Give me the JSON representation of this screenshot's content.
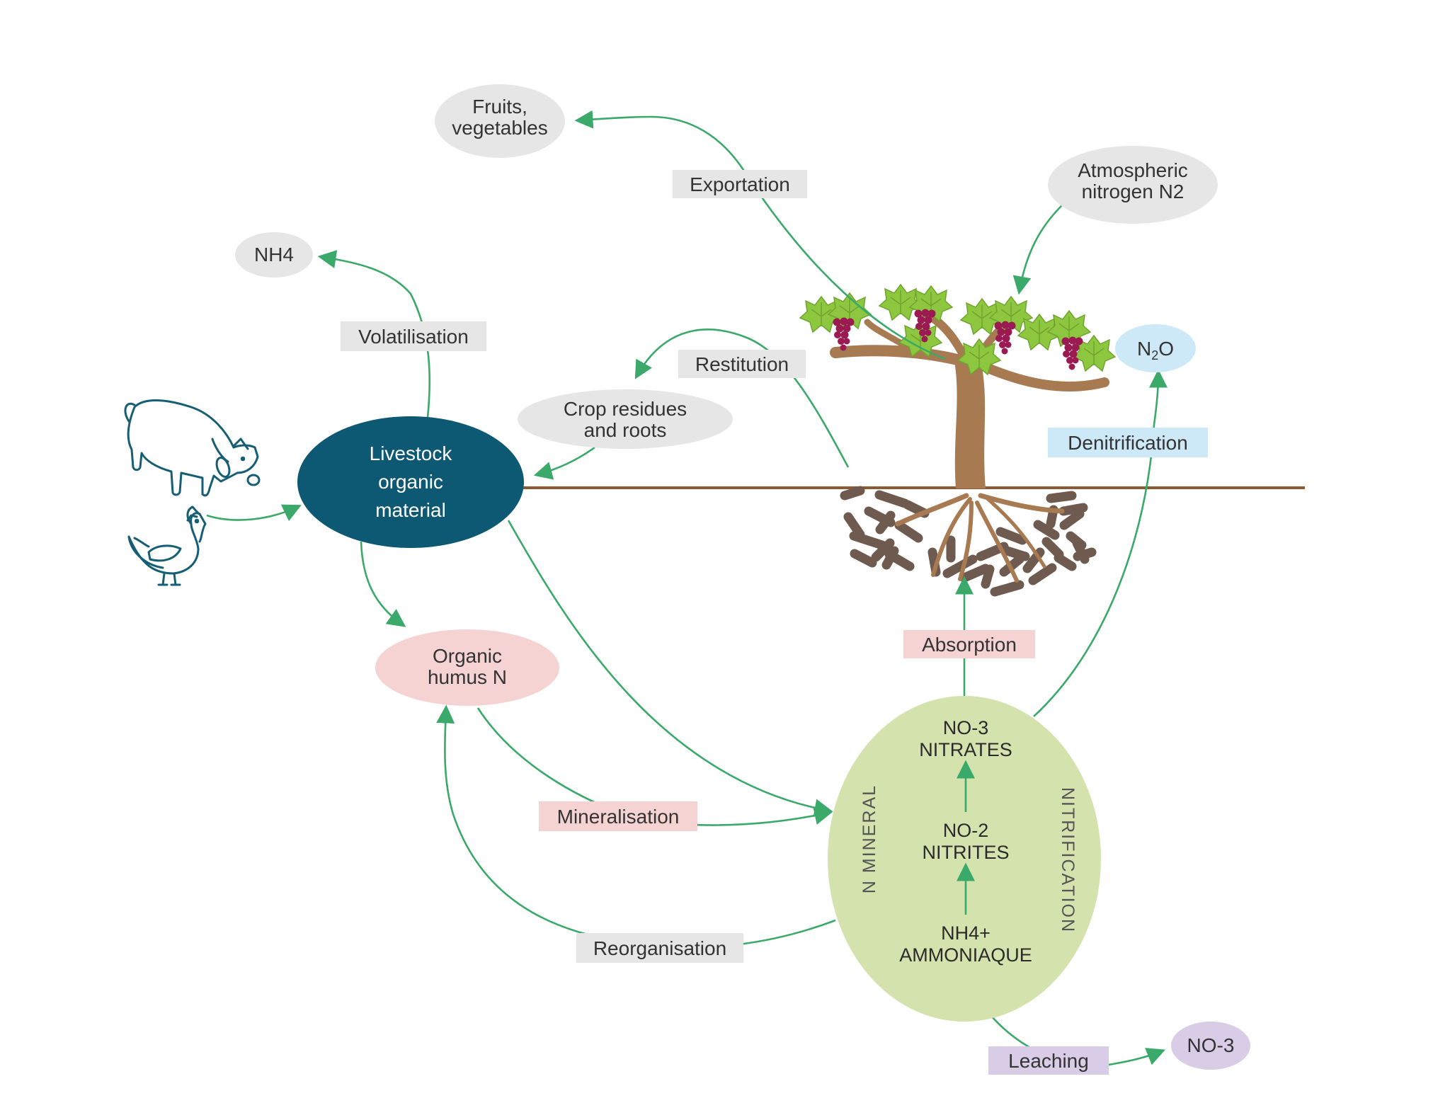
{
  "nodes": {
    "fruits": [
      "Fruits,",
      "vegetables"
    ],
    "atmospheric": [
      "Atmospheric",
      "nitrogen N2"
    ],
    "nh4": "NH4",
    "n2o": {
      "main": "N",
      "sub": "2",
      "end": "O"
    },
    "crop_residues": [
      "Crop residues",
      "and roots"
    ],
    "livestock": [
      "Livestock",
      "organic",
      "material"
    ],
    "humus": [
      "Organic",
      "humus N"
    ],
    "no3_leached": "NO-3"
  },
  "process_labels": {
    "exportation": "Exportation",
    "volatilisation": "Volatilisation",
    "restitution": "Restitution",
    "denitrification": "Denitrification",
    "absorption": "Absorption",
    "mineralisation": "Mineralisation",
    "reorganisation": "Reorganisation",
    "leaching": "Leaching"
  },
  "mineral_pool": {
    "side_left": "N MINERAL",
    "side_right": "NITRIFICATION",
    "stages": [
      [
        "NO-3",
        "NITRATES"
      ],
      [
        "NO-2",
        "NITRITES"
      ],
      [
        "NH4+",
        "AMMONIAQUE"
      ]
    ]
  },
  "colors": {
    "arrow": "#3aa96a",
    "grey_node": "#e6e6e6",
    "livestock_node": "#0d5872",
    "humus_node": "#f6d3d3",
    "mineral_node": "#d4e3ad",
    "n2o_node": "#cde9f7",
    "leach_node": "#d8cce6",
    "soil_line": "#8b5a32",
    "trunk": "#a77a52",
    "leaf": "#8dc63f",
    "grape": "#9c1a52",
    "animal_stroke": "#155e74"
  }
}
